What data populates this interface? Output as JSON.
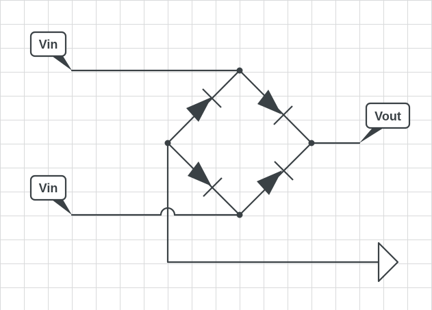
{
  "labels": {
    "vin_top": "Vin",
    "vin_bottom": "Vin",
    "vout": "Vout"
  },
  "colors": {
    "grid": "#d9dadb",
    "stroke": "#3a4145",
    "background": "#ffffff"
  },
  "components": {
    "diode_count": 4,
    "junction_count": 4
  }
}
